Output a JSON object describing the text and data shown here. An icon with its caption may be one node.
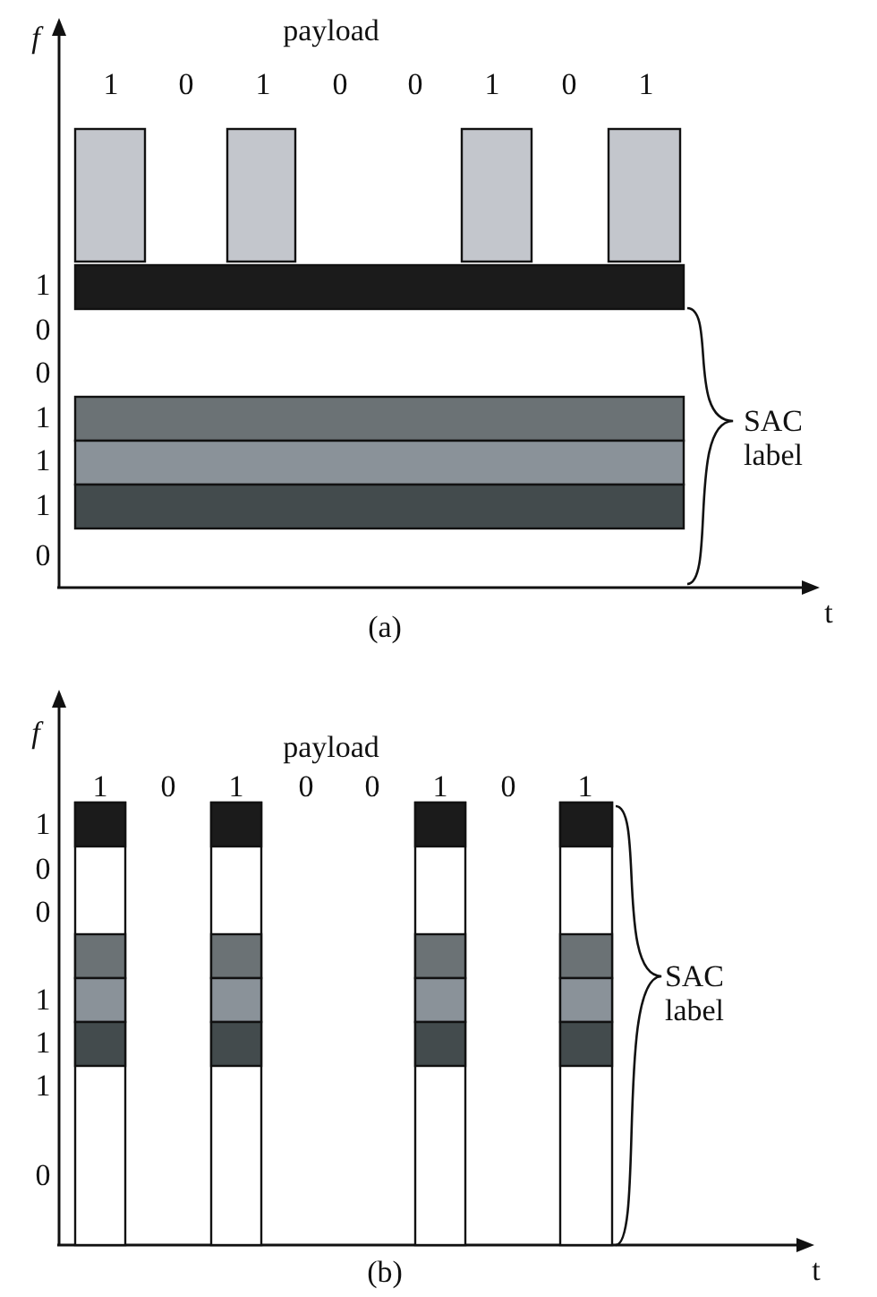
{
  "diagram": {
    "labels": [
      "f",
      "payload",
      "1",
      "0",
      "1",
      "0",
      "0",
      "1",
      "0",
      "1",
      "1",
      "0",
      "0",
      "1",
      "1",
      "1",
      "0",
      "SAC label",
      "(a)",
      "t",
      "f",
      "payload",
      "1",
      "0",
      "1",
      "0",
      "0",
      "1",
      "0",
      "1",
      "1",
      "0",
      "0",
      "1",
      "1",
      "1",
      "0",
      "SAC label",
      "(b)",
      "t"
    ]
  }
}
